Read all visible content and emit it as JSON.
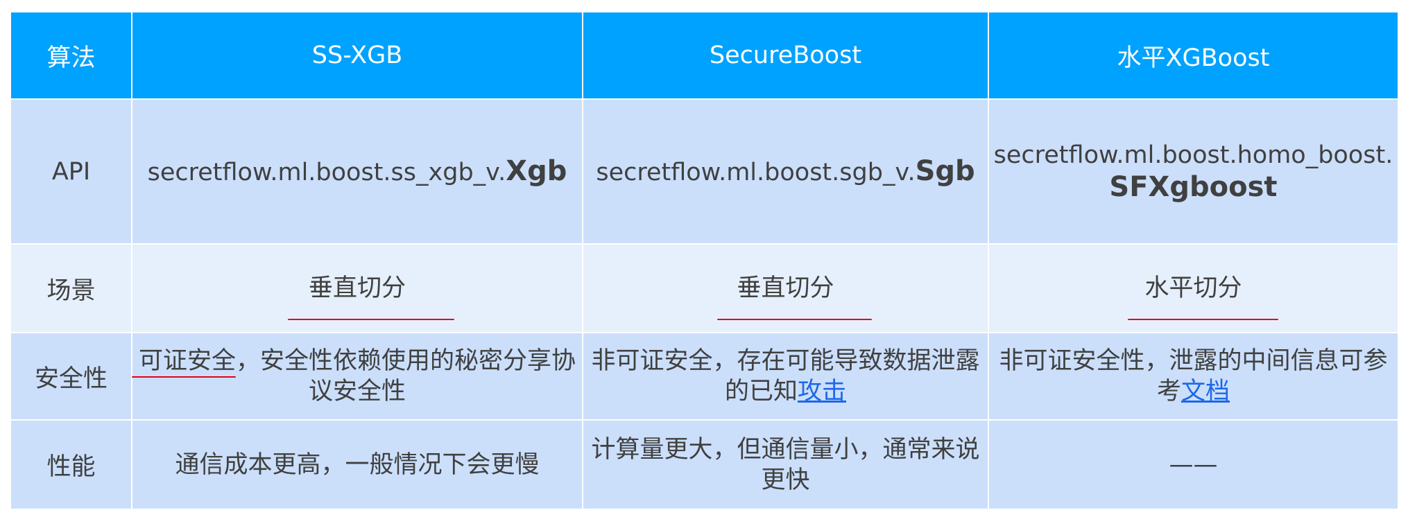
{
  "header": {
    "col0": "算法",
    "col1": "SS-XGB",
    "col2": "SecureBoost",
    "col3": "水平XGBoost"
  },
  "rows": {
    "api": {
      "label": "API",
      "c1_prefix": "secretflow.ml.boost.ss_xgb_v.",
      "c1_bold": "Xgb",
      "c2_prefix": "secretflow.ml.boost.sgb_v.",
      "c2_bold": "Sgb",
      "c3_prefix": "secretflow.ml.boost.homo_boost.",
      "c3_bold": "SFXgboost"
    },
    "scene": {
      "label": "场景",
      "c1": "垂直切分",
      "c2": "垂直切分",
      "c3": "水平切分"
    },
    "security": {
      "label": "安全性",
      "c1_marked": "可证安全",
      "c1_rest": "，安全性依赖使用的秘密分享协议安全性",
      "c2_text": "非可证安全，存在可能导致数据泄露的已知",
      "c2_link": "攻击",
      "c3_text": "非可证安全性，泄露的中间信息可参考",
      "c3_link": "文档"
    },
    "performance": {
      "label": "性能",
      "c1": "通信成本更高，一般情况下会更慢",
      "c2": "计算量更大，但通信量小，通常来说更快",
      "c3": "——"
    }
  },
  "colors": {
    "header_bg": "#00a2ff",
    "row_bg": "#cbdffb",
    "row_alt_bg": "#e6f0fc",
    "link": "#1d67e8",
    "annotation_red": "#e3001b"
  }
}
